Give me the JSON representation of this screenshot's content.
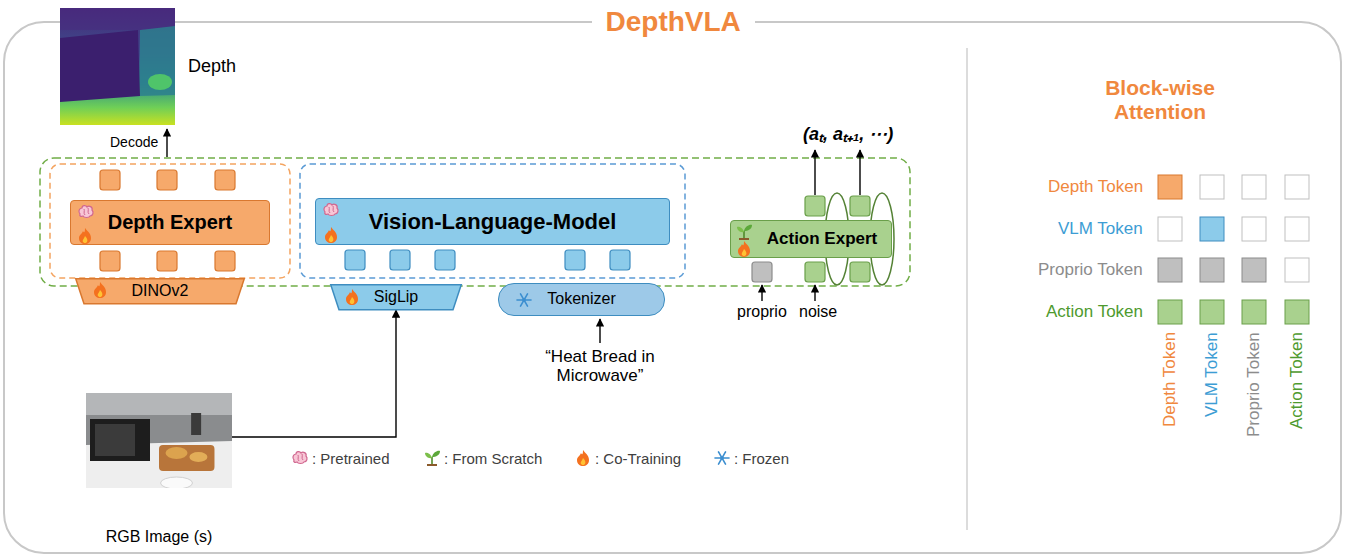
{
  "diagram": {
    "title": "DepthVLA",
    "nodes": [
      {
        "text": [
          "Depth Expert"
        ]
      },
      {
        "text": [
          "Vision-Language-Model"
        ]
      },
      {
        "text": [
          "Action Expert"
        ]
      },
      {
        "text": [
          "DINOv2"
        ]
      },
      {
        "text": [
          "SigLip"
        ]
      },
      {
        "text": [
          "Tokenizer"
        ]
      },
      {
        "text": [
          "RGB Image (s)"
        ]
      }
    ],
    "edges": [
      {
        "from": 6,
        "to": 4,
        "arrow": "to"
      }
    ],
    "labels": [
      "Depth",
      "Decode",
      "(aₜ, aₜ₊₁, ⋯)",
      "“Heat Bread in Microwave”",
      "proprio",
      "noise",
      "Block-wise Attention",
      "Depth Token",
      "VLM Token",
      "Proprio Token",
      "Action Token",
      "Depth Token",
      "VLM Token",
      "Proprio Token",
      "Action Token"
    ],
    "legend": [
      {
        "text": ": Pretrained"
      },
      {
        "text": ": From Scratch"
      },
      {
        "text": ": Co-Training"
      },
      {
        "text": ": Frozen"
      }
    ]
  }
}
